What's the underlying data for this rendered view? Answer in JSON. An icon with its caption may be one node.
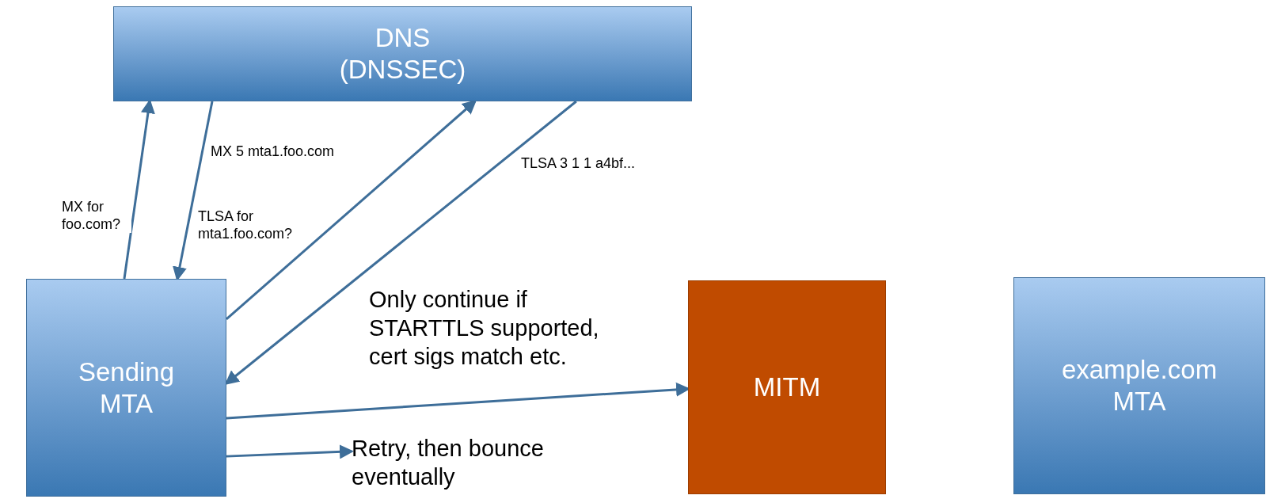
{
  "diagram": {
    "nodes": [
      {
        "text": [
          "DNS (DNSSEC)"
        ]
      },
      {
        "text": [
          "Sending MTA"
        ]
      },
      {
        "text": [
          "MITM"
        ]
      },
      {
        "text": [
          "example.com MTA"
        ]
      },
      {
        "text": [
          "Retry, then bounce eventually"
        ]
      }
    ],
    "edges": [
      {
        "from": 1,
        "to": 0,
        "arrow": "to",
        "label": "MX for foo.com?"
      },
      {
        "from": 0,
        "to": 1,
        "arrow": "to",
        "label": "MX 5 mta1.foo.com"
      },
      {
        "from": 1,
        "to": 0,
        "arrow": "to",
        "label": "TLSA for mta1.foo.com?"
      },
      {
        "from": 0,
        "to": 1,
        "arrow": "to",
        "label": "TLSA 3 1 1 a4bf..."
      },
      {
        "from": 1,
        "to": 2,
        "arrow": "to",
        "label": "Only continue if STARTTLS supported, cert sigs match etc."
      },
      {
        "from": 1,
        "to": 4,
        "arrow": "to"
      }
    ]
  }
}
